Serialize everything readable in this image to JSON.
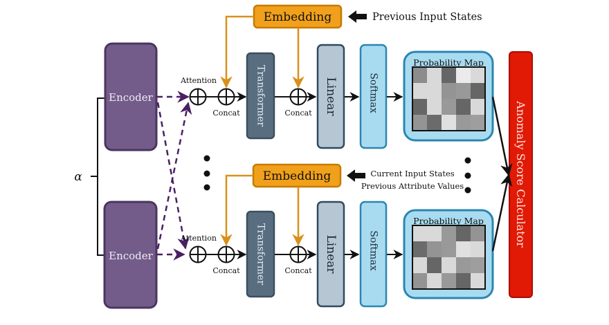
{
  "diagram": {
    "alpha_label": "α",
    "encoders": [
      {
        "label": "Encoder"
      },
      {
        "label": "Encoder"
      }
    ],
    "rows": [
      {
        "attention_label": "Attention",
        "concat_label_1": "Concat",
        "concat_label_2": "Concat",
        "transformer_label": "Transformer",
        "linear_label": "Linear",
        "softmax_label": "Softmax",
        "embedding_label": "Embedding",
        "embedding_inputs": [
          "Previous Input States"
        ],
        "probability_map": {
          "title": "Probability Map",
          "grid_shades": [
            [
              0.55,
              0.85,
              0.4,
              0.92,
              0.85
            ],
            [
              0.85,
              0.85,
              0.58,
              0.6,
              0.4
            ],
            [
              0.4,
              0.85,
              0.6,
              0.4,
              0.85
            ],
            [
              0.58,
              0.42,
              0.88,
              0.6,
              0.62
            ]
          ]
        }
      },
      {
        "attention_label": "Attention",
        "concat_label_1": "Concat",
        "concat_label_2": "Concat",
        "transformer_label": "Transformer",
        "linear_label": "Linear",
        "softmax_label": "Softmax",
        "embedding_label": "Embedding",
        "embedding_inputs": [
          "Current Input States",
          "Previous Attribute Values"
        ],
        "probability_map": {
          "title": "Probability Map",
          "grid_shades": [
            [
              0.85,
              0.85,
              0.6,
              0.4,
              0.58
            ],
            [
              0.42,
              0.58,
              0.6,
              0.88,
              0.85
            ],
            [
              0.85,
              0.4,
              0.85,
              0.6,
              0.62
            ],
            [
              0.58,
              0.85,
              0.6,
              0.4,
              0.85
            ]
          ]
        }
      }
    ],
    "anomaly_calculator_label": "Anomaly Score Calculator",
    "colors": {
      "encoder_fill": "#735c8a",
      "encoder_stroke": "#4a3560",
      "dashed_arrow": "#4b1f63",
      "embedding_fill": "#f0a01a",
      "embedding_stroke": "#c87a00",
      "embedding_line": "#d9901a",
      "transformer_fill": "#586e80",
      "transformer_stroke": "#3b4e5e",
      "linear_fill": "#b7c6d3",
      "linear_stroke": "#2e4a60",
      "softmax_fill": "#a9dbf0",
      "softmax_stroke": "#2a86b2",
      "probmap_fill": "#a9dbf0",
      "probmap_stroke": "#2a86b2",
      "anomaly_fill": "#e01a05",
      "anomaly_stroke": "#a80d00"
    }
  }
}
